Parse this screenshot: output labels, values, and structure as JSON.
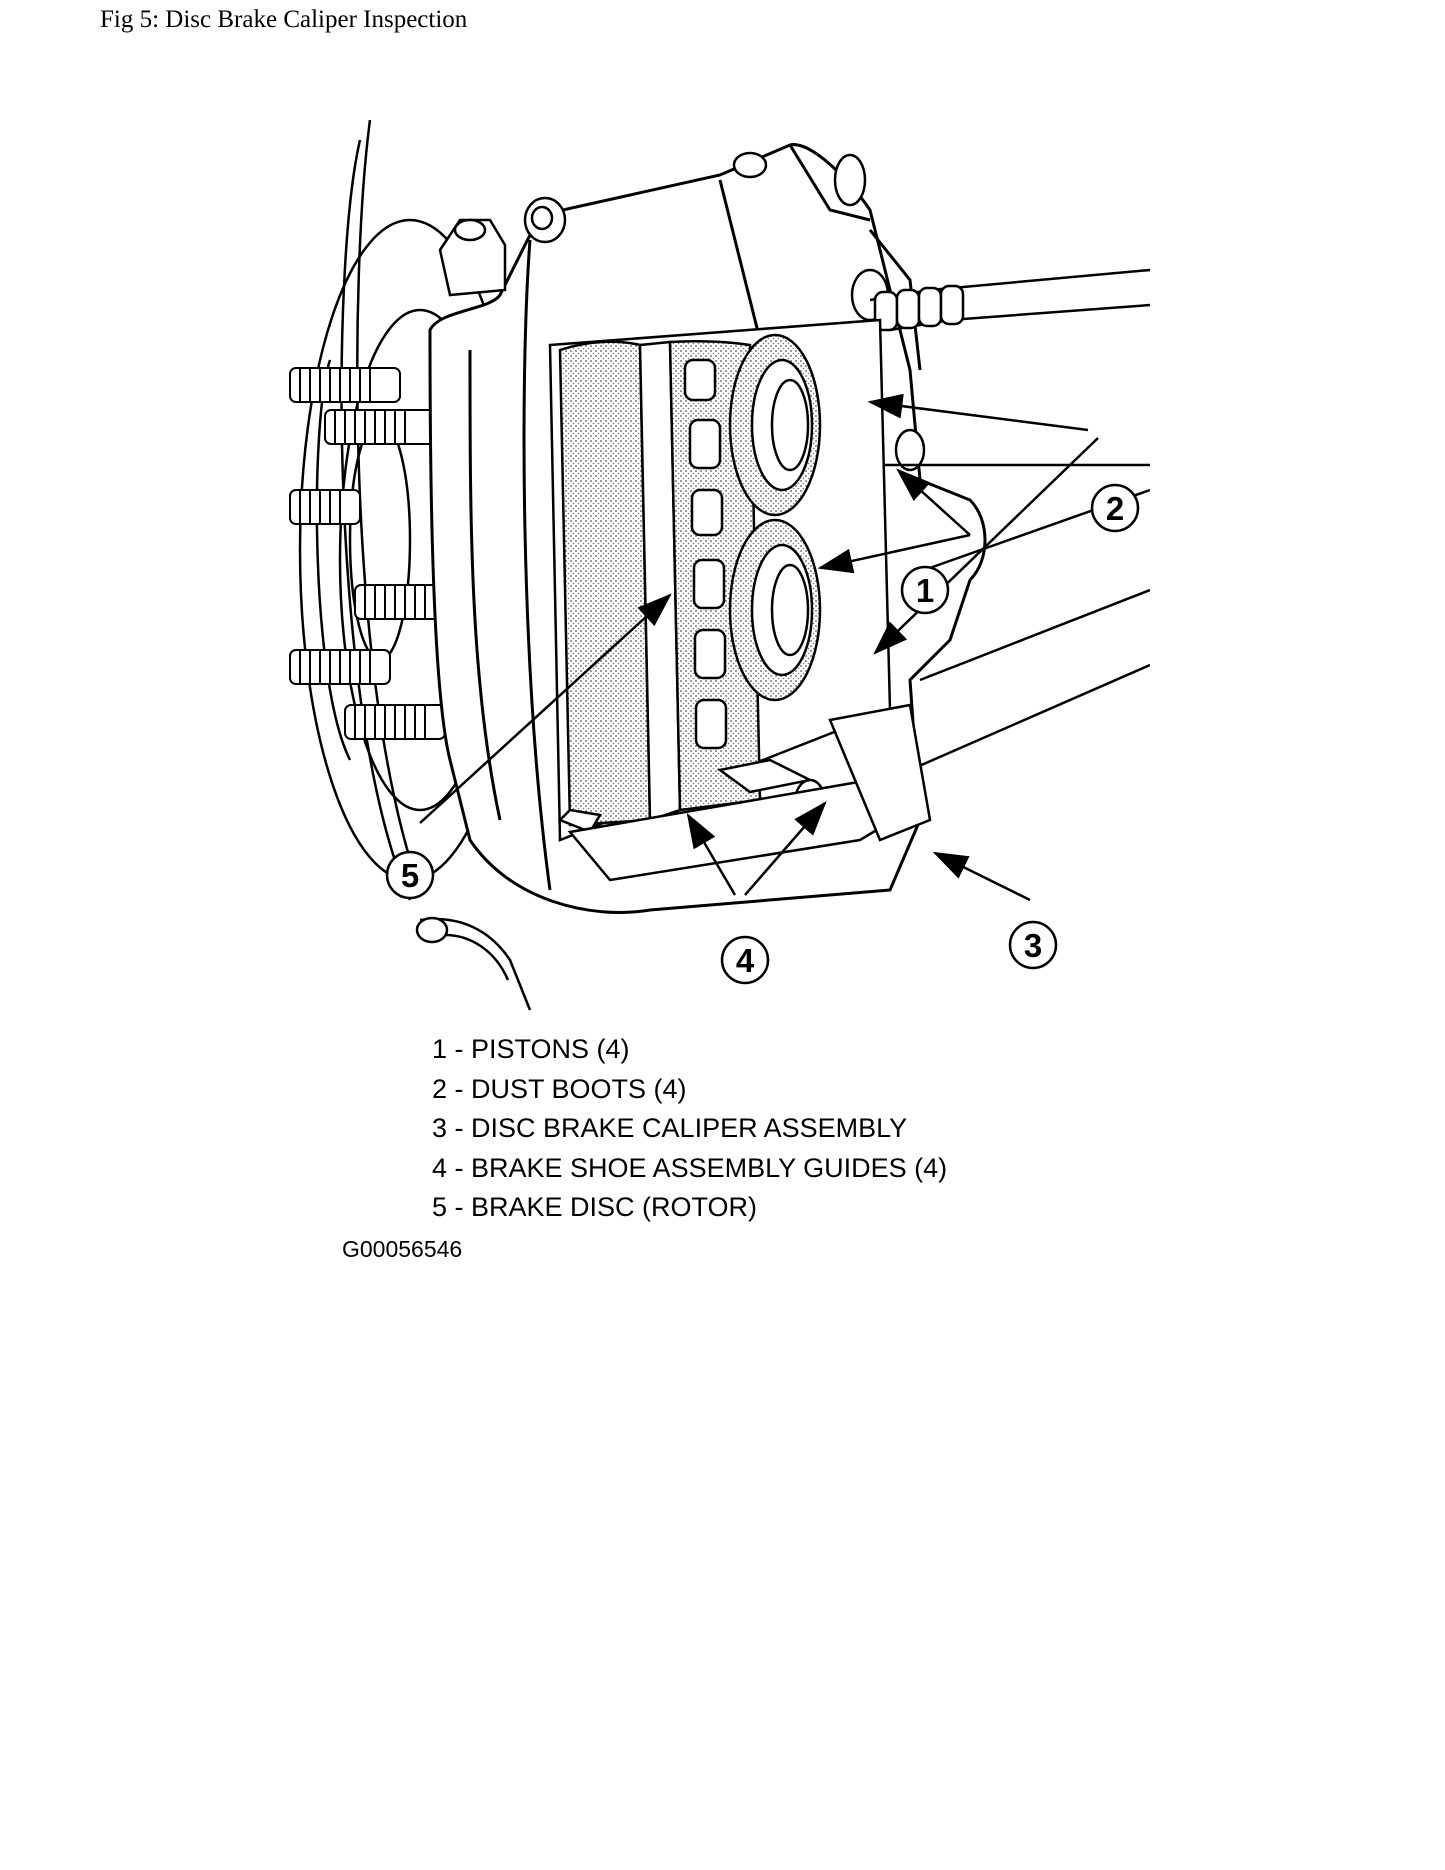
{
  "figure": {
    "title": "Fig 5: Disc Brake Caliper Inspection",
    "reference_code": "G00056546"
  },
  "callouts": [
    "1",
    "2",
    "3",
    "4",
    "5"
  ],
  "legend": [
    "1 - PISTONS (4)",
    "2 - DUST BOOTS (4)",
    "3 - DISC BRAKE CALIPER ASSEMBLY",
    "4 - BRAKE SHOE ASSEMBLY GUIDES (4)",
    "5 - BRAKE DISC (ROTOR)"
  ]
}
